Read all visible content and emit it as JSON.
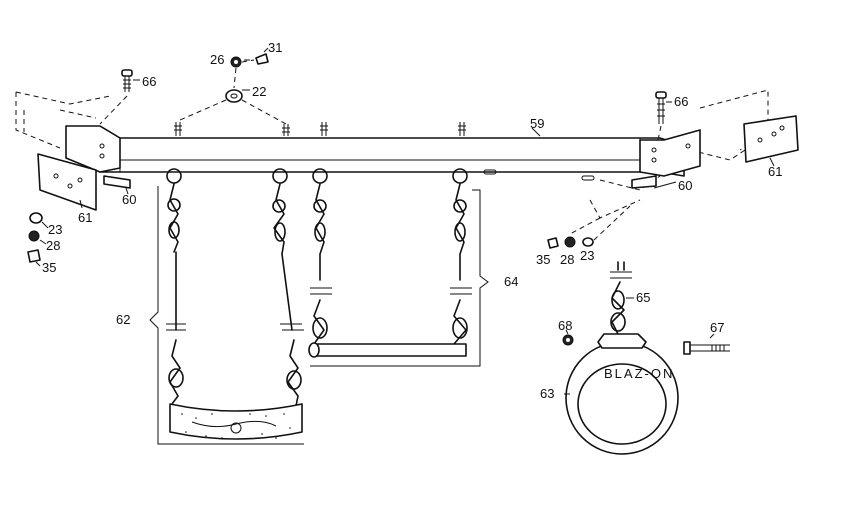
{
  "labels": {
    "bracket_l_61": "61",
    "bracket_r_61": "61",
    "bracket_l_60": "60",
    "bracket_r_60": "60",
    "beam_59": "59",
    "bolt_l_66": "66",
    "bolt_r_66": "66",
    "washer_22": "22",
    "nut_26": "26",
    "cap_31": "31",
    "washer_l_23": "23",
    "nut_l_28": "28",
    "cap_l_35": "35",
    "washer_r_23": "23",
    "nut_r_28": "28",
    "cap_r_35": "35",
    "swing_62": "62",
    "trapeze_64": "64",
    "rope_65": "65",
    "ring_63": "63",
    "bolt_67": "67",
    "nut_68": "68"
  },
  "ring_text": "BLAZ-ON"
}
